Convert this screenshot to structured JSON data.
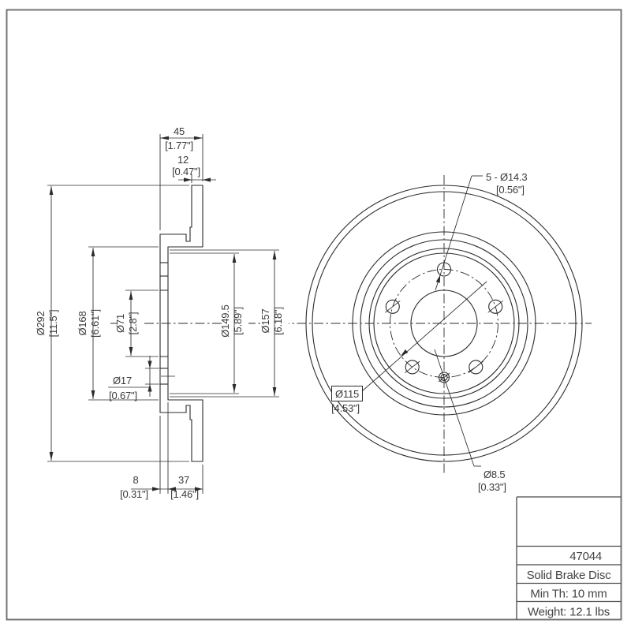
{
  "title_block": {
    "part_number": "47044",
    "product_type": "Solid Brake Disc",
    "min_thickness": "Min Th: 10 mm",
    "weight": "Weight: 12.1 lbs"
  },
  "section_view": {
    "hat_total_width_mm": "45",
    "hat_total_width_in": "[1.77\"]",
    "disc_thickness_mm": "12",
    "disc_thickness_in": "[0.47\"]",
    "outer_diameter_mm": "Ø292",
    "outer_diameter_in": "[11.5\"]",
    "hat_diameter_mm": "Ø168",
    "hat_diameter_in": "[6.61\"]",
    "center_bore_mm": "Ø71",
    "center_bore_in": "[2.8\"]",
    "hole_diameter_mm": "Ø17",
    "hole_diameter_in": "[0.67\"]",
    "pilot_step1_mm": "Ø149.5",
    "pilot_step1_in": "[5.89\"]",
    "pilot_step2_mm": "Ø157",
    "pilot_step2_in": "[6.18\"]",
    "flange_thickness_mm": "8",
    "flange_thickness_in": "[0.31\"]",
    "hat_depth_mm": "37",
    "hat_depth_in": "[1.46\"]"
  },
  "front_view": {
    "bolt_holes_mm": "5 - Ø14.3",
    "bolt_holes_in": "[0.56\"]",
    "bolt_circle_mm": "Ø115",
    "bolt_circle_in": "[4.53\"]",
    "screw_hole_mm": "Ø8.5",
    "screw_hole_in": "[0.33\"]"
  },
  "colors": {
    "line": "#2b2b2b",
    "text": "#3a3a3a",
    "frame": "#757575"
  }
}
